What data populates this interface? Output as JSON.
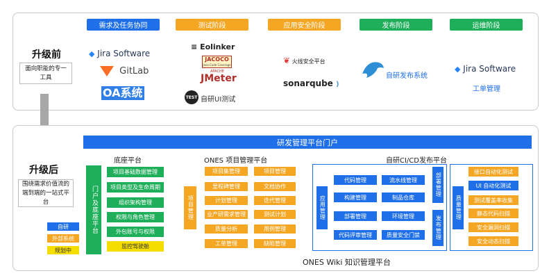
{
  "stages": {
    "requirements": "需求及任务协同",
    "testing": "测试阶段",
    "appsec": "应用安全阶段",
    "release": "发布阶段",
    "ops": "运维阶段"
  },
  "before": {
    "title": "升级前",
    "desc": "面向职能的专一工具",
    "tools": {
      "jira1": "Jira Software",
      "gitlab": "GitLab",
      "oa": "OA系统",
      "eolinker": "Eolinker",
      "jacoco": "JACOCO",
      "jacoco_sub": "Java Code Coverage",
      "apache": "APACHE",
      "jmeter": "JMeter",
      "test_badge": "TEST",
      "self_ui": "自研UI测试",
      "huoxian": "火线安全平台",
      "sonarqube": "sonarqube",
      "self_release": "自研发布系统",
      "jira2": "Jira Software",
      "ticket": "工单管理"
    }
  },
  "after": {
    "title": "升级后",
    "desc": "围绕需求价值流的端到端的一站式平台",
    "portal": "研发管理平台门户",
    "legend": {
      "self": "自研",
      "external": "外部系统",
      "in_progress": "规划中"
    },
    "base": {
      "title": "底座平台",
      "side": "门户及底座平台",
      "items": [
        "项目基础数据管理",
        "项目类型及生命周期",
        "组织架构管理",
        "权限与角色管理",
        "外包账号与权限",
        "监控驾驶舱"
      ]
    },
    "ones": {
      "title": "ONES 项目管理平台",
      "side": "项目管理",
      "col1": [
        "项目集管理",
        "里程碑管理",
        "计划管理",
        "业产研需求管理",
        "质量分析",
        "工单管理"
      ],
      "col2": [
        "项目管理",
        "文档协作",
        "迭代管理",
        "测试计划",
        "用例管理",
        "缺陷管理"
      ]
    },
    "cicd": {
      "title": "自研CI/CD发布平台",
      "side_app": "应用管理",
      "col1": [
        "代码管理",
        "构建管理",
        "部署管理",
        "代码评审管理"
      ],
      "col2": [
        "流水线管理",
        "制品仓库",
        "环境管理",
        "质量安全门禁"
      ],
      "side_deploy": "部署管理",
      "side_publish": "发布管理"
    },
    "quality": {
      "side": "质量管理",
      "items": [
        "接口自动化测试",
        "UI 自动化测试",
        "测试覆盖率收集",
        "静态代码扫描",
        "安全漏洞扫描",
        "安全动态扫描"
      ]
    },
    "wiki": "ONES Wiki 知识管理平台"
  },
  "colors": {
    "blue": "#1f6fe8",
    "orange": "#f5a623",
    "green": "#1fae5a",
    "yellow": "#f5dd00"
  }
}
